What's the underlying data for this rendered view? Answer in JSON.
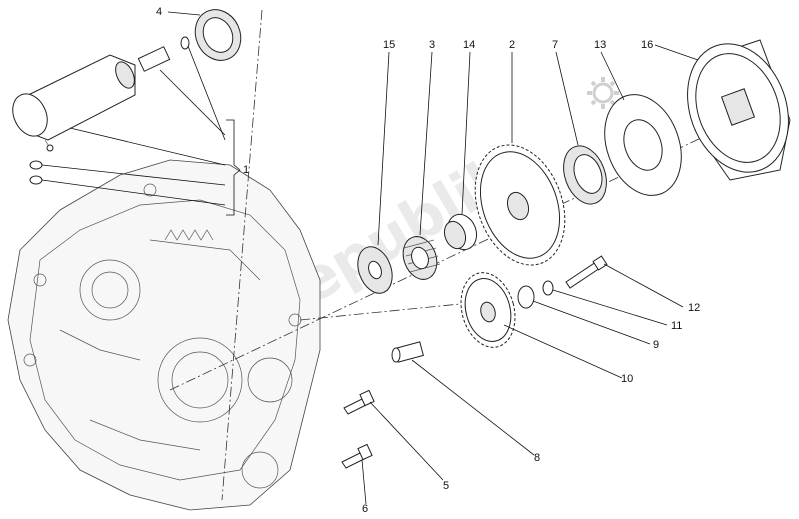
{
  "diagram": {
    "callouts": [
      {
        "id": "c4",
        "label": "4"
      },
      {
        "id": "c1",
        "label": "1"
      },
      {
        "id": "c15",
        "label": "15"
      },
      {
        "id": "c3",
        "label": "3"
      },
      {
        "id": "c14",
        "label": "14"
      },
      {
        "id": "c2",
        "label": "2"
      },
      {
        "id": "c7",
        "label": "7"
      },
      {
        "id": "c13",
        "label": "13"
      },
      {
        "id": "c16",
        "label": "16"
      },
      {
        "id": "c12",
        "label": "12"
      },
      {
        "id": "c11",
        "label": "11"
      },
      {
        "id": "c9",
        "label": "9"
      },
      {
        "id": "c10",
        "label": "10"
      },
      {
        "id": "c8",
        "label": "8"
      },
      {
        "id": "c5",
        "label": "5"
      },
      {
        "id": "c6",
        "label": "6"
      }
    ],
    "watermark": "PartsRepublik",
    "colors": {
      "line": "#111111",
      "watermark": "#d8d8d8",
      "background": "#ffffff"
    }
  }
}
